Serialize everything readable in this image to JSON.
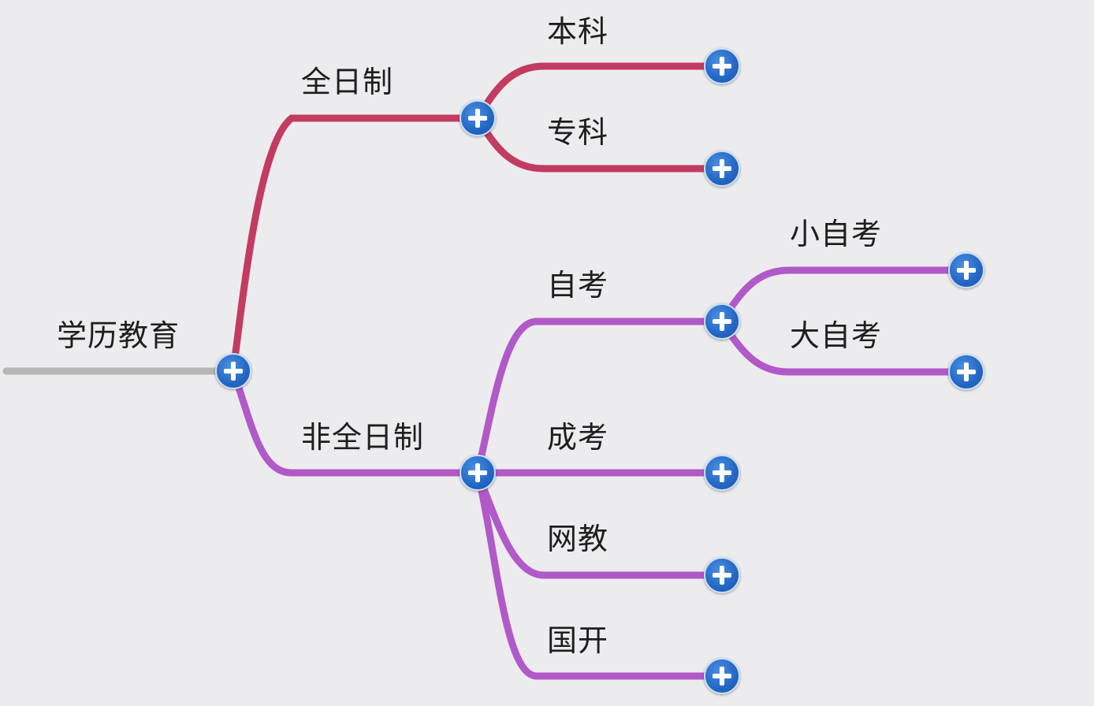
{
  "root": {
    "label": "学历教育"
  },
  "branches": [
    {
      "label": "全日制",
      "color": "#c23b61",
      "children": [
        {
          "label": "本科"
        },
        {
          "label": "专科"
        }
      ]
    },
    {
      "label": "非全日制",
      "color": "#b159c8",
      "children": [
        {
          "label": "自考",
          "children": [
            {
              "label": "小自考"
            },
            {
              "label": "大自考"
            }
          ]
        },
        {
          "label": "成考"
        },
        {
          "label": "网教"
        },
        {
          "label": "国开"
        }
      ]
    }
  ],
  "colors": {
    "root_line": "#b5b5b5",
    "button": "#2366c4",
    "background": "#ececee"
  },
  "icons": {
    "expand": "plus-icon"
  }
}
